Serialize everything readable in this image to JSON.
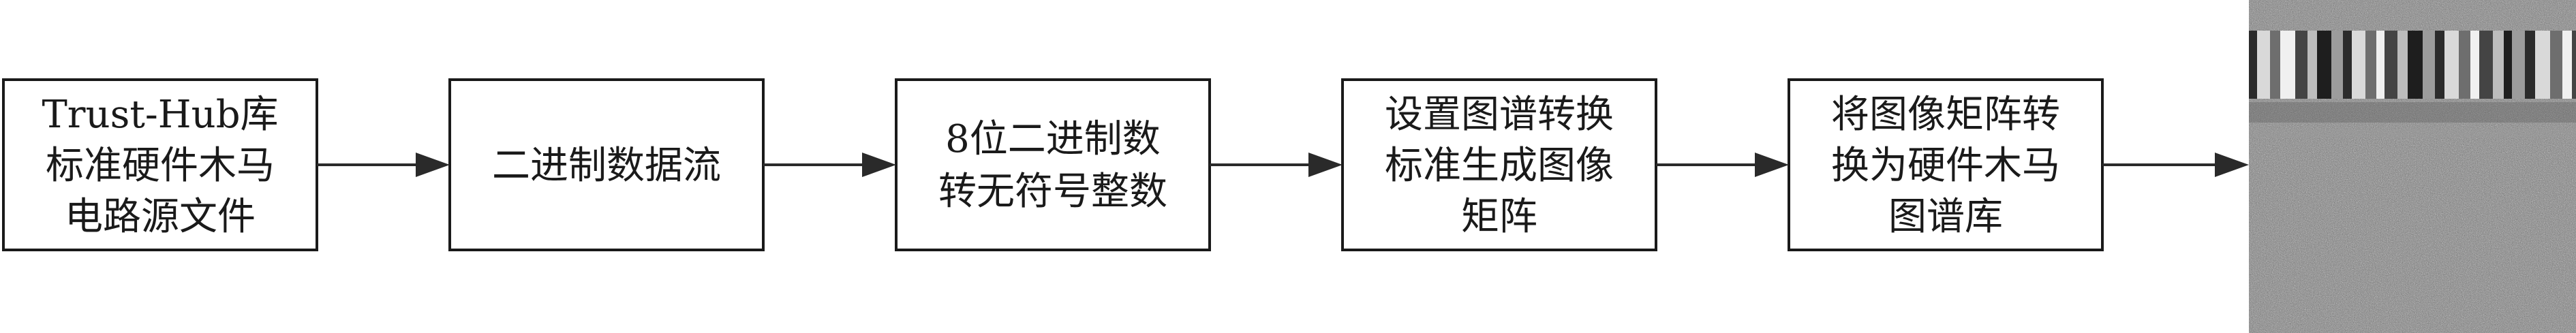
{
  "flow": {
    "steps": [
      {
        "id": "source",
        "lines": [
          "Trust-Hub库",
          "标准硬件木马",
          "电路源文件"
        ]
      },
      {
        "id": "binary-stream",
        "lines": [
          "二进制数据流"
        ]
      },
      {
        "id": "uint-convert",
        "lines": [
          "8位二进制数",
          "转无符号整数"
        ]
      },
      {
        "id": "spectrum-matrix",
        "lines": [
          "设置图谱转换",
          "标准生成图像",
          "矩阵"
        ]
      },
      {
        "id": "spectrum-library",
        "lines": [
          "将图像矩阵转",
          "换为硬件木马",
          "图谱库"
        ]
      }
    ],
    "output": {
      "description": "grayscale noise texture image with striped band at top"
    }
  }
}
